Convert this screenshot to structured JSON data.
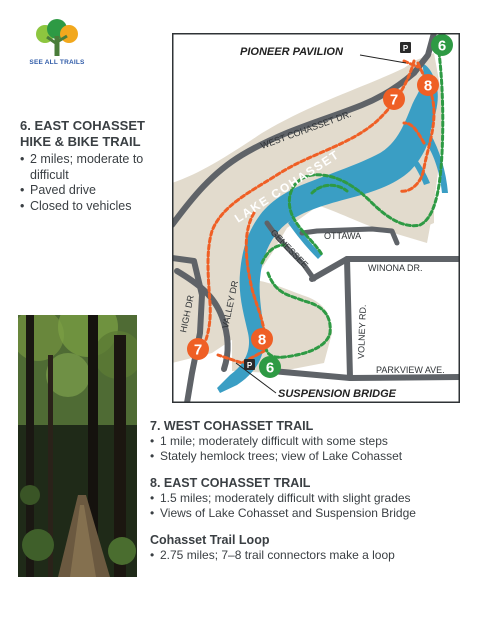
{
  "logo": {
    "text": "SEE ALL TRAILS"
  },
  "trail6": {
    "title_line1": "6. EAST COHASSET",
    "title_line2": "HIKE & BIKE TRAIL",
    "bullets": [
      "2 miles; moderate to",
      "difficult",
      "Paved drive",
      "Closed to vehicles"
    ]
  },
  "map": {
    "labels": {
      "pioneer_pavilion": "PIONEER PAVILION",
      "suspension_bridge": "SUSPENSION BRIDGE",
      "lake": "LAKE COHASSET",
      "west_cohasset_dr": "WEST COHASSET DR.",
      "ottawa": "OTTAWA",
      "genessee": "GENESSEE",
      "winona_dr": "WINONA DR.",
      "high_dr": "HIGH DR",
      "valley_dr": "VALLEY DR",
      "volney_rd": "VOLNEY RD.",
      "parkview_ave": "PARKVIEW AVE."
    },
    "markers": {
      "six_top": "6",
      "seven_top": "7",
      "eight_top": "8",
      "seven_bottom": "7",
      "eight_bottom": "8",
      "six_bottom": "6"
    },
    "parking": {
      "top": "P",
      "bottom": "P"
    },
    "colors": {
      "lake": "#3a9ec4",
      "road": "#5f6368",
      "land": "#e2dbcd",
      "trail_orange": "#ef5f25",
      "trail_green": "#2e9a44"
    }
  },
  "trails": [
    {
      "title": "7. WEST COHASSET TRAIL",
      "bullets": [
        "1 mile; moderately difficult with some steps",
        "Stately hemlock trees; view of Lake Cohasset"
      ]
    },
    {
      "title": "8. EAST COHASSET TRAIL",
      "bullets": [
        "1.5 miles; moderately difficult with slight grades",
        "Views of Lake Cohasset and Suspension Bridge"
      ]
    },
    {
      "title": "Cohasset Trail Loop",
      "bullets": [
        "2.75 miles; 7–8 trail connectors make a loop"
      ]
    }
  ]
}
